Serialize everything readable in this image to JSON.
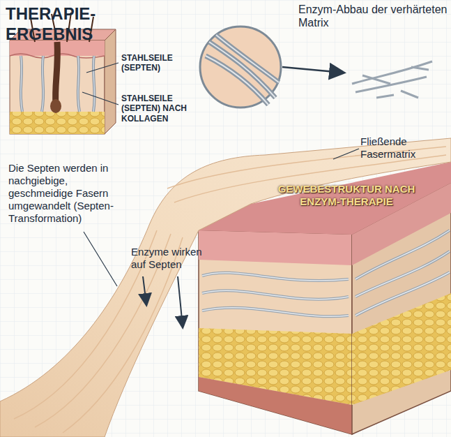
{
  "diagram": {
    "title": "THERAPIE-ERGEBNIS",
    "labels": [
      "STAHLSEILE (SEPTEN)",
      "STAHLSEILE (SEPTEN) NACH KOLLAGEN",
      "Enzym-Abbau der verhärteten Matrix",
      "Fließende Fasermatrix",
      "GEWEBESTRUKTUR NACH ENZYM-THERAPIE",
      "Die Septen werden in nachgiebige, geschmeidige Fasern umgewandelt (Septen-Transformation)",
      "Enzyme wirken auf Septen"
    ]
  }
}
